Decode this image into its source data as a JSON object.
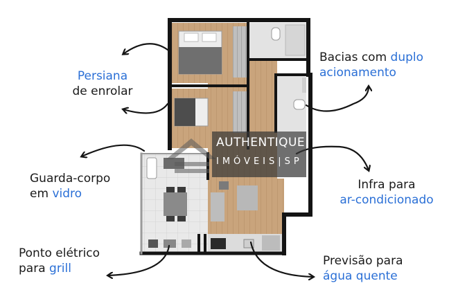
{
  "callouts": {
    "bacias": {
      "line1_prefix": "Bacias com ",
      "line1_highlight": "duplo",
      "line2_highlight": "acionamento"
    },
    "persiana": {
      "line1_highlight": "Persiana",
      "line2": "de enrolar"
    },
    "guarda": {
      "line1": "Guarda-corpo",
      "line2_prefix": "em ",
      "line2_highlight": "vidro"
    },
    "infra": {
      "line1": "Infra para",
      "line2_highlight": "ar-condicionado"
    },
    "ponto": {
      "line1": "Ponto elétrico",
      "line2_prefix": "para ",
      "line2_highlight": "grill"
    },
    "previsao": {
      "line1": "Previsão para",
      "line2_highlight": "água quente"
    }
  },
  "watermark": {
    "line1": "AUTHENTIQUE",
    "line2": "IMÓVEIS|SP"
  },
  "colors": {
    "highlight": "#2a6fd6",
    "text": "#1a1a1a",
    "wall": "#141414",
    "wood_floor": "#c8a27a",
    "tile_floor": "#e4e4e4",
    "watermark_box": "#373737"
  }
}
